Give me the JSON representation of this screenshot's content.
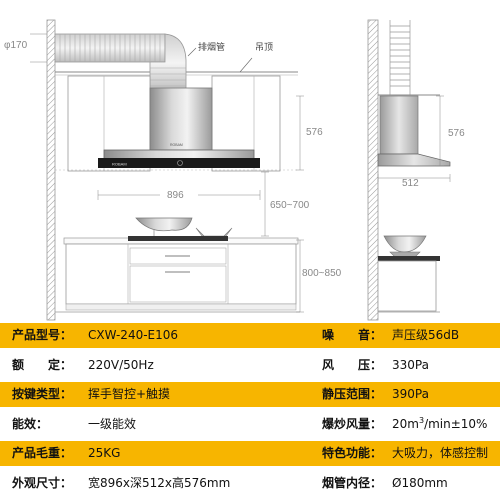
{
  "diagram": {
    "brand": "ROBAM",
    "labels": {
      "duct": "排烟管",
      "ceiling": "吊顶"
    },
    "dimensions": {
      "duct_diameter": "φ170",
      "hood_height_front": "576",
      "hood_width_front": "896",
      "install_height": "650~700",
      "counter_height": "800~850",
      "hood_height_side": "576",
      "hood_depth_side": "512"
    }
  },
  "specs": {
    "rows": [
      {
        "left": {
          "label": "产品型号：",
          "value": "CXW-240-E106"
        },
        "right": {
          "label": "噪　　音：",
          "value": "声压级56dB"
        }
      },
      {
        "left": {
          "label": "额　　定：",
          "value": "220V/50Hz"
        },
        "right": {
          "label": "风　　压：",
          "value": "330Pa"
        }
      },
      {
        "left": {
          "label": "按键类型：",
          "value": "挥手智控+触摸"
        },
        "right": {
          "label": "静压范围：",
          "value": "390Pa"
        }
      },
      {
        "left": {
          "label": "能效：",
          "value": "一级能效"
        },
        "right": {
          "label": "爆炒风量：",
          "value_pre": "20m",
          "value_sup": "3",
          "value_post": "/min±10%"
        }
      },
      {
        "left": {
          "label": "产品毛重：",
          "value": "25KG"
        },
        "right": {
          "label": "特色功能：",
          "value": "大吸力，体感控制"
        }
      },
      {
        "left": {
          "label": "外观尺寸：",
          "value": "宽896x深512x高576mm"
        },
        "right": {
          "label": "烟管内径：",
          "value": "Ø180mm"
        }
      }
    ]
  }
}
